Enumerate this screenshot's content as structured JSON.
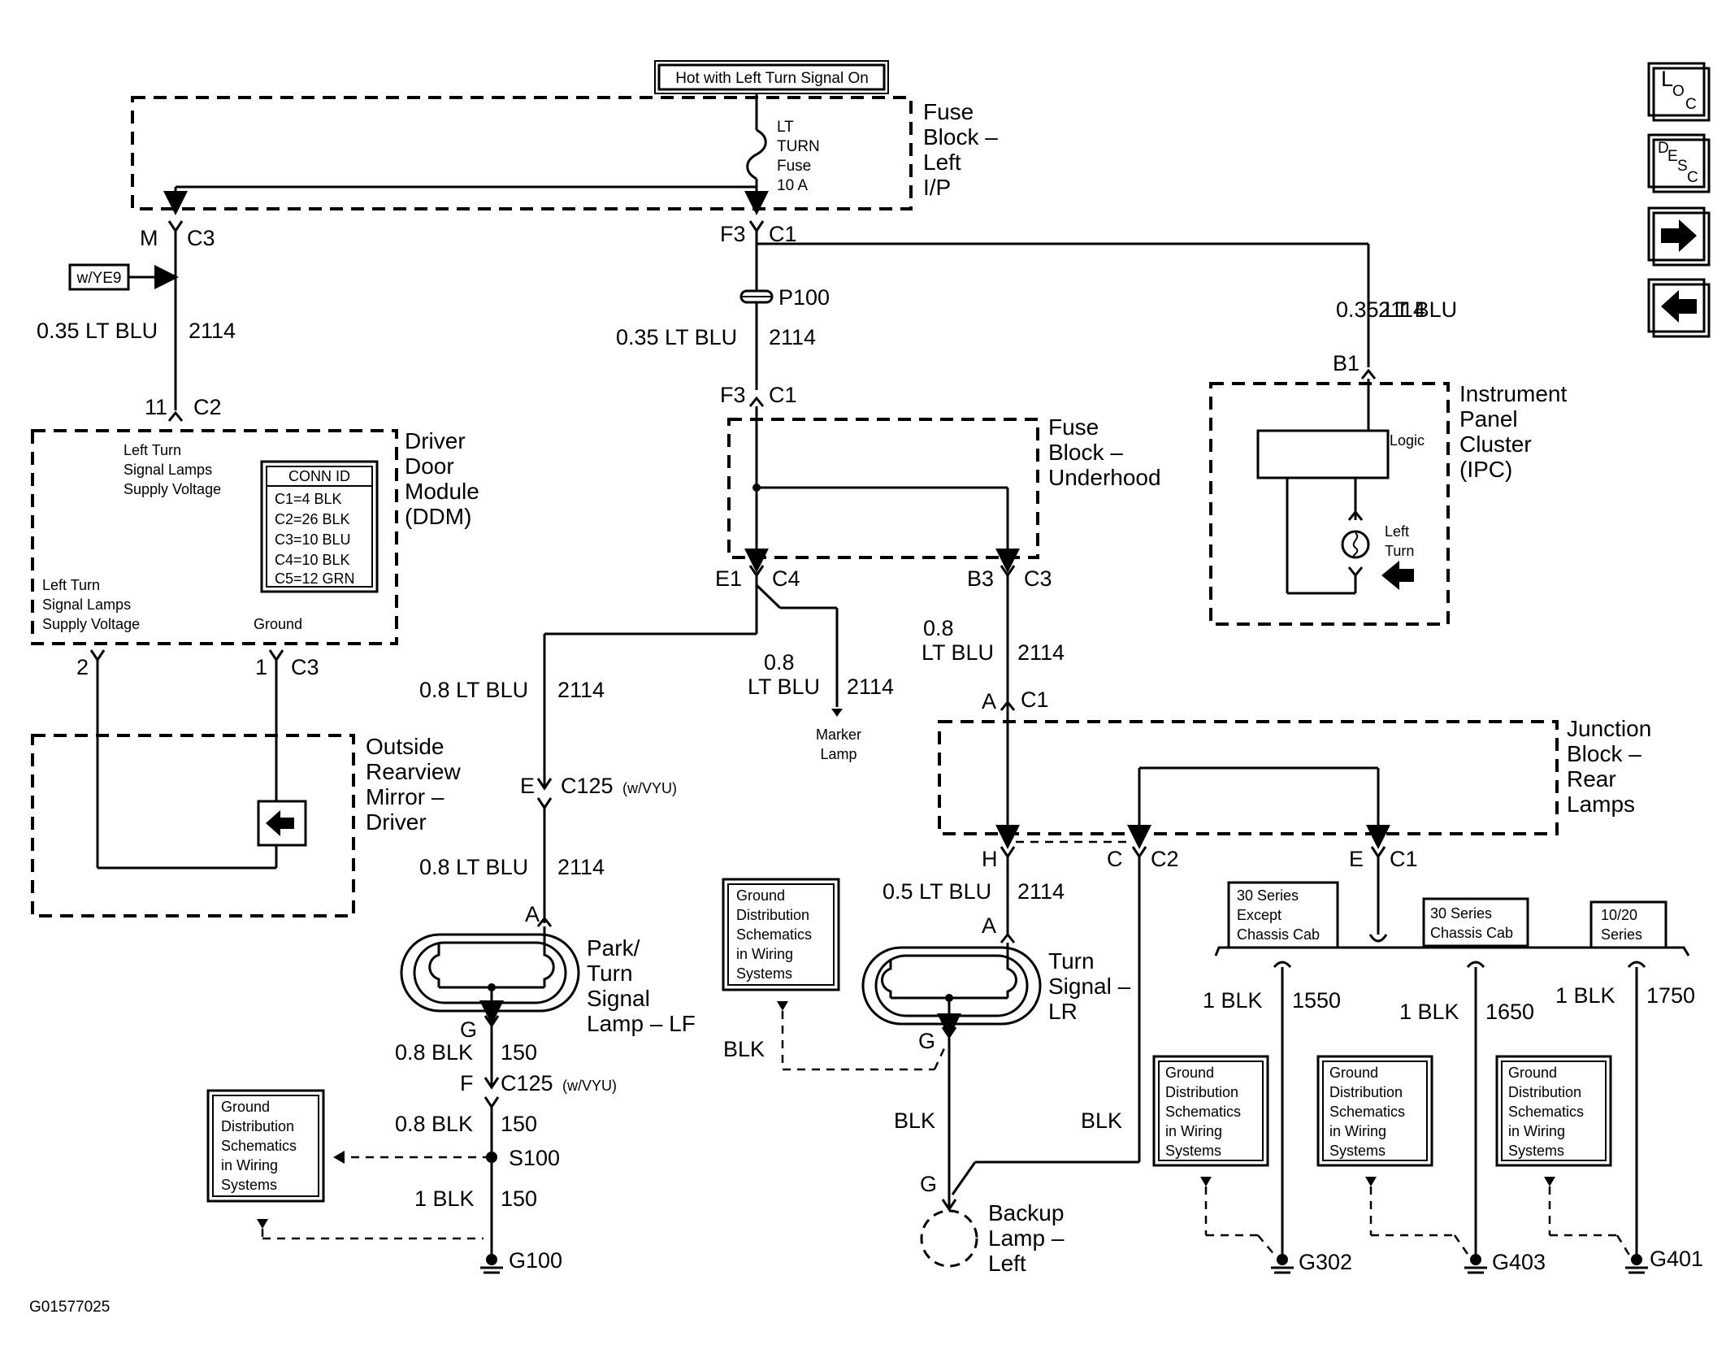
{
  "header_label": "Hot with Left Turn Signal On",
  "figure_id": "G01577025",
  "nav": {
    "loc": [
      "L",
      "O",
      "C"
    ],
    "desc": [
      "D",
      "E",
      "S",
      "C"
    ],
    "next_icon": "arrow-right-icon",
    "prev_icon": "arrow-left-icon"
  },
  "components": {
    "fuse_block_left": [
      "Fuse",
      "Block –",
      "Left",
      "I/P"
    ],
    "fuse": [
      "LT",
      "TURN",
      "Fuse",
      "10 A"
    ],
    "ddm": [
      "Driver",
      "Door",
      "Module",
      "(DDM)"
    ],
    "ddm_pin_top": [
      "Left Turn",
      "Signal Lamps",
      "Supply Voltage"
    ],
    "ddm_pin_bottom": [
      "Left Turn",
      "Signal Lamps",
      "Supply Voltage"
    ],
    "ddm_ground": "Ground",
    "conn_id_title": "CONN ID",
    "conn_id_rows": [
      "C1=4 BLK",
      "C2=26 BLK",
      "C3=10 BLU",
      "C4=10 BLK",
      "C5=12 GRN"
    ],
    "mirror": [
      "Outside",
      "Rearview",
      "Mirror –",
      "Driver"
    ],
    "fuse_block_underhood": [
      "Fuse",
      "Block –",
      "Underhood"
    ],
    "ipc": [
      "Instrument",
      "Panel",
      "Cluster",
      "(IPC)"
    ],
    "ipc_logic": "Logic",
    "ipc_left_turn": [
      "Left",
      "Turn"
    ],
    "junction_block": [
      "Junction",
      "Block –",
      "Rear",
      "Lamps"
    ],
    "park_turn": [
      "Park/",
      "Turn",
      "Signal",
      "Lamp – LF"
    ],
    "turn_lr": [
      "Turn",
      "Signal –",
      "LR"
    ],
    "backup": [
      "Backup",
      "Lamp –",
      "Left"
    ],
    "marker": [
      "Marker",
      "Lamp"
    ],
    "option_ye9": "w/YE9",
    "gnd_dist": [
      "Ground",
      "Distribution",
      "Schematics",
      "in Wiring",
      "Systems"
    ],
    "series_30_except": [
      "30 Series",
      "Except",
      "Chassis Cab"
    ],
    "series_30_cab": [
      "30 Series",
      "Chassis Cab"
    ],
    "series_1020": [
      "10/20",
      "Series"
    ]
  },
  "wire_labels": {
    "w_035_ltblu": "0.35 LT BLU",
    "w_08_ltblu": "0.8 LT BLU",
    "w_08": "0.8",
    "w_ltblu": "LT BLU",
    "w_05_ltblu": "0.5 LT BLU",
    "w_08_blk": "0.8 BLK",
    "w_1_blk": "1 BLK",
    "w_blk": "BLK",
    "circuit_2114": "2114",
    "circuit_150": "150",
    "circuit_1550": "1550",
    "circuit_1650": "1650",
    "circuit_1750": "1750"
  },
  "connectors": {
    "M": "M",
    "C3": "C3",
    "F3": "F3",
    "C1": "C1",
    "P100": "P100",
    "pin11": "11",
    "C2": "C2",
    "E1": "E1",
    "C4": "C4",
    "B3": "B3",
    "B1": "B1",
    "pin2": "2",
    "pin1": "1",
    "A": "A",
    "E": "E",
    "C125": "C125",
    "wvyu": "(w/VYU)",
    "G": "G",
    "F": "F",
    "H": "H",
    "C": "C",
    "S100": "S100"
  },
  "grounds": [
    "G100",
    "G302",
    "G403",
    "G401"
  ]
}
